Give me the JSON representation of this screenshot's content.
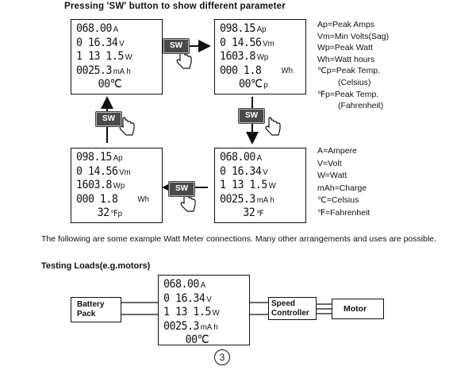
{
  "title": "Pressing 'SW' button to show different parameter",
  "sw_label": "SW",
  "panels": {
    "p1": {
      "l1": "068.00",
      "u1": "A",
      "l2": "0 16.34",
      "u2": "V",
      "l3": "1 13 1.5",
      "u3": "W",
      "l4": "0025.3",
      "u4": "mA  h",
      "l5": "00℃"
    },
    "p2": {
      "l1": "098.15",
      "u1": "Ap",
      "l2": "0 14.56",
      "u2": "Vm",
      "l3": "1603.8",
      "u3": "Wp",
      "l4": "000 1.8",
      "u4": "Wh",
      "l5": "00℃",
      "u5": "p"
    },
    "p3": {
      "l1": "068.00",
      "u1": "A",
      "l2": "0 16.34",
      "u2": "V",
      "l3": "1 13 1.5",
      "u3": "W",
      "l4": "0025.3",
      "u4": "mA  h",
      "l5": "32",
      "u5": "℉"
    },
    "p4": {
      "l1": "098.15",
      "u1": "Ap",
      "l2": "0 14.56",
      "u2": "Vm",
      "l3": "1603.8",
      "u3": "Wp",
      "l4": "000 1.8",
      "u4": "Wh",
      "l5": "32",
      "u5": "℉p"
    },
    "p5": {
      "l1": "068.00",
      "u1": "A",
      "l2": "0 16.34",
      "u2": "V",
      "l3": "1 13 1.5",
      "u3": "W",
      "l4": "0025.3",
      "u4": "mA  h",
      "l5": "00℃"
    }
  },
  "legend_top": [
    "Ap=Peak Amps",
    "Vm=Min Volts(Sag)",
    "Wp=Peak Watt",
    "Wh=Watt hours",
    "℃p=Peak Temp.",
    "(Celsius)",
    "℉p=Peak Temp.",
    "(Fahrenheit)"
  ],
  "legend_bottom": [
    "A=Ampere",
    "V=Volt",
    "W=Watt",
    "mAh=Charge",
    "℃=Celsius",
    "℉=Fahrenheit"
  ],
  "note": "The following are some example Watt Meter connections. Many other arrangements and uses are possible.",
  "subtitle": "Testing Loads(e.g.motors)",
  "battery_label": "Battery Pack",
  "speed_label": "Speed Controller",
  "motor_label": "Motor",
  "figure_number": "3"
}
